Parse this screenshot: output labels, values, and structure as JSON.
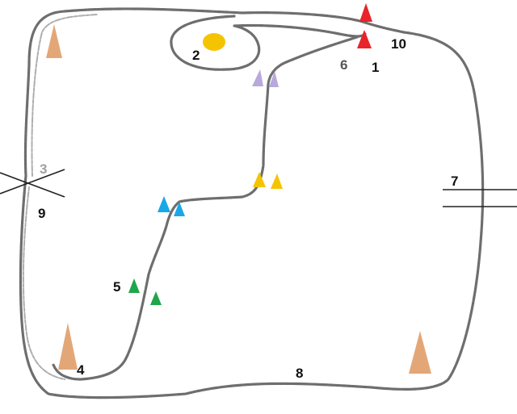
{
  "labels": {
    "n1": "1",
    "n2": "2",
    "n3": "3",
    "n4": "4",
    "n5": "5",
    "n6": "6",
    "n7": "7",
    "n8": "8",
    "n9": "9",
    "n10": "10"
  },
  "colors": {
    "background": "#ffffff",
    "trail": "#6e6e6e",
    "label_default": "#111111",
    "label_3": "#a0a0a0",
    "label_6": "#555555",
    "red": "#e8232a",
    "yellow": "#f5c400",
    "purple": "#b8a8dc",
    "cyan": "#1aa7e8",
    "green": "#1fa64a",
    "tan": "#e3a777",
    "bar": "#222222"
  },
  "markers": [
    {
      "name": "red-cone-pair",
      "color": "red"
    },
    {
      "name": "yellow-cone-pair",
      "color": "yellow"
    },
    {
      "name": "purple-cone-pair",
      "color": "purple"
    },
    {
      "name": "cyan-cone-pair",
      "color": "cyan"
    },
    {
      "name": "green-cone-pair",
      "color": "green"
    },
    {
      "name": "tan-tall-cone",
      "color": "tan"
    },
    {
      "name": "yellow-disc",
      "color": "yellow"
    },
    {
      "name": "crossing-x",
      "color": "bar"
    },
    {
      "name": "parallel-bars",
      "color": "bar"
    }
  ]
}
